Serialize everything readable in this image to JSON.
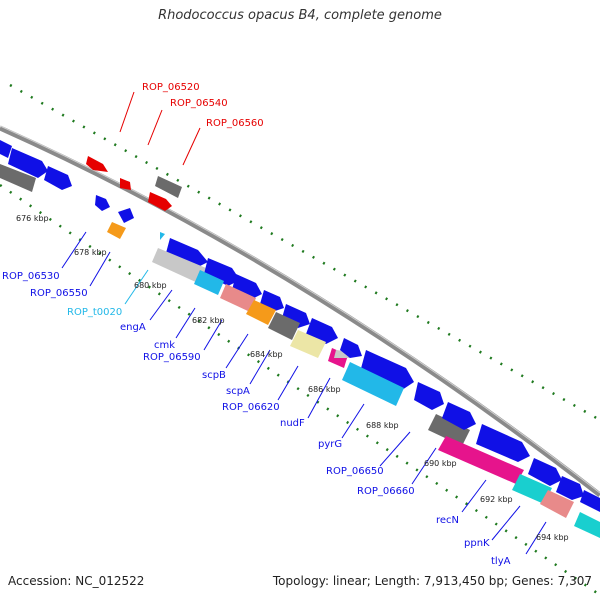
{
  "title": "Rhodococcus opacus B4, complete genome",
  "accession": "Accession: NC_012522",
  "topology": "Topology: linear; Length: 7,913,450 bp; Genes: 7,307",
  "colors": {
    "blue": "#1010e6",
    "red": "#e60000",
    "gray": "#6b6b6b",
    "lightgray": "#c8c8c8",
    "cyan": "#22b8e8",
    "salmon": "#e88a8a",
    "orange": "#f59a1a",
    "khaki": "#ece6a6",
    "magenta": "#e6148c",
    "teal": "#19cfcf",
    "tick": "#1f7a1f",
    "backbone": "#8a8a8a"
  },
  "ticks": [
    "676 kbp",
    "678 kbp",
    "680 kbp",
    "682 kbp",
    "684 kbp",
    "686 kbp",
    "688 kbp",
    "690 kbp",
    "692 kbp",
    "694 kbp"
  ],
  "gene_labels": {
    "ROP_06520": "ROP_06520",
    "ROP_06540": "ROP_06540",
    "ROP_06560": "ROP_06560",
    "ROP_06530": "ROP_06530",
    "ROP_06550": "ROP_06550",
    "ROP_t0020": "ROP_t0020",
    "engA": "engA",
    "cmk": "cmk",
    "ROP_06590": "ROP_06590",
    "scpB": "scpB",
    "scpA": "scpA",
    "ROP_06620": "ROP_06620",
    "nudF": "nudF",
    "pyrG": "pyrG",
    "ROP_06650": "ROP_06650",
    "ROP_06660": "ROP_06660",
    "recN": "recN",
    "ppnK": "ppnK",
    "tlyA": "tlyA"
  }
}
